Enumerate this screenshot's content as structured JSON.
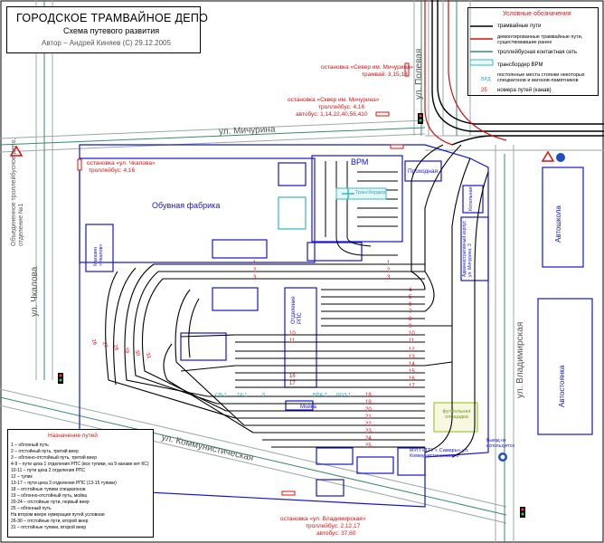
{
  "title": {
    "main": "ГОРОДСКОЕ ТРАМВАЙНОЕ ДЕПО",
    "subtitle": "Схема путевого развития",
    "author": "Автор – Андрей Киняев (С) 29.12.2005"
  },
  "legend": {
    "heading": "Условные обозначения",
    "items": [
      "трамвайные пути",
      "демонтированные трамвайные пути, существовавшие ранее",
      "троллейбусная контактная сеть",
      "трансбордер ВРМ",
      "постоянные места стоянки некоторых спецвагонов и вагонов-памятников",
      "номера путей (канав)"
    ],
    "samples": {
      "spec_code": "ВРД",
      "track_no": "25"
    }
  },
  "streets": {
    "polevaya": "ул. Полевая",
    "michurina": "ул. Мичурина",
    "chkalova": "ул. Чкалова",
    "vladimirskaya": "ул. Владимирская",
    "kommunisticheskaya": "ул. Коммунистическая"
  },
  "stops": {
    "sever": {
      "name": "остановка «Север им. Мичурина»",
      "routes": "трамвай: 3,15,18"
    },
    "skver": {
      "name": "остановка «Сквер им. Мичурина»",
      "trolley": "троллейбус: 4,16",
      "bus": "автобус: 1,14,22,40,56,410"
    },
    "chkalova": {
      "name": "остановка «ул. Чкалова»",
      "trolley": "троллейбус: 4,16"
    },
    "vladimirskaya": {
      "name": "остановка «ул. Владимирская»",
      "trolley": "троллейбус: 2,12,17",
      "bus": "автобус: 37,60"
    }
  },
  "buildings": {
    "factory": "Обувная фабрика",
    "vrm": "ВРМ",
    "transborder": "Трансбордер",
    "checkpoint": "Проходная",
    "boiler": "Котельная",
    "admin": "Административный корпус ул. Мичурина, 3",
    "autoschool": "Автошкола",
    "parking": "Автостоянка",
    "shop": "Магазин «Чкалов»",
    "rps": "Отделение РПС",
    "wash": "Мойка",
    "football": "футбольная площадка",
    "mup": "МУП «ТТУ г. Самары» ул. Коммунистическая, 6",
    "exit": "Выезд не используется",
    "trolley_depot": "Объединенное троллейбусное депо, отделение №1"
  },
  "track_numbers": {
    "top": [
      "1",
      "2",
      "3"
    ],
    "right": [
      "4",
      "5",
      "6",
      "7",
      "8",
      "9",
      "10",
      "11",
      "12",
      "13",
      "14",
      "15",
      "16",
      "17"
    ],
    "rps_left": [
      "10",
      "11",
      "16",
      "17"
    ],
    "bottom": [
      "18",
      "19",
      "20",
      "21",
      "22",
      "23",
      "24",
      "25"
    ],
    "fan": [
      "26",
      "27",
      "28",
      "29",
      "30",
      "31"
    ]
  },
  "special_cars": [
    "СВ-1",
    "ТК-1",
    "8",
    "ВПК-2",
    "РОЗ-1"
  ],
  "track_legend": {
    "heading": "Назначение путей",
    "lines": [
      "1 – обгонный путь",
      "2 – отстойный путь, третий веер",
      "3 – обгонно-отстойный путь, третий веер",
      "4-9 – пути цеха 1 отделения РПС (все тупики, на 9 канаве кет КС)",
      "10-11 – пути цеха 2 отделения РПС",
      "12 – тупик",
      "13-17 – пути цеха 3 отделения РПС (13-15 тупики)",
      "18 – отстойные тупики спецвагонов",
      "19 – обгонно-отстойный путь, мойка",
      "20-24 – отстойные пути, первый веер",
      "25 – обгонный путь",
      "На втором веере нумерация путей условная",
      "26-30 – отстойные пути, второй веер",
      "31 – отстойные тупики, второй веер"
    ]
  }
}
